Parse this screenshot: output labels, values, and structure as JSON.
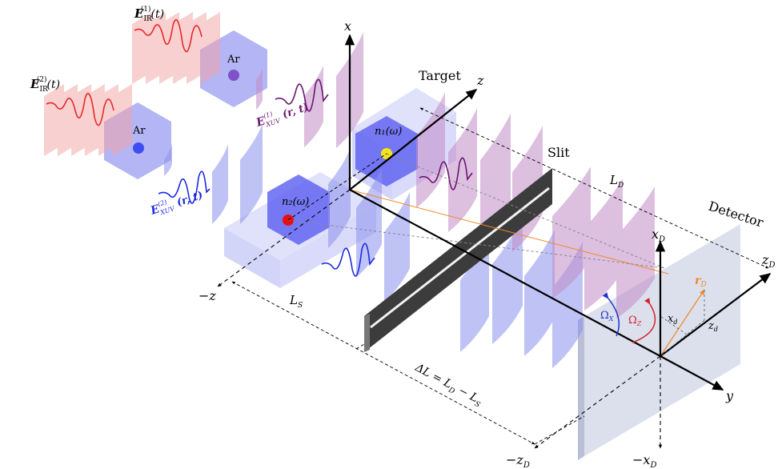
{
  "labels": {
    "e_ir1_main": "E",
    "e_ir1_sub": "IR",
    "e_ir1_sup": "(1)",
    "e_ir1_arg": "(t)",
    "e_ir2_main": "E",
    "e_ir2_sub": "IR",
    "e_ir2_sup": "(2)",
    "e_ir2_arg": "(t)",
    "e_xuv1_main": "E",
    "e_xuv1_sub": "XUV",
    "e_xuv1_sup": "(1)",
    "e_xuv1_arg": "(r, t)",
    "e_xuv2_main": "E",
    "e_xuv2_sub": "XUV",
    "e_xuv2_sup": "(2)",
    "e_xuv2_arg": "(r, t)",
    "ar1": "Ar",
    "ar2": "Ar",
    "target": "Target",
    "n1": "n₁(ω)",
    "n2": "n₂(ω)",
    "slit": "Slit",
    "detector": "Detector",
    "axis_x": "x",
    "axis_z": "z",
    "axis_minus_z": "−z",
    "axis_xd": "x",
    "axis_xd_sub": "D",
    "axis_zd": "z",
    "axis_zd_sub": "D",
    "axis_y": "y",
    "axis_minus_xd": "−x",
    "axis_minus_xd_sub": "D",
    "axis_minus_zd": "−z",
    "axis_minus_zd_sub": "D",
    "ls": "L",
    "ls_sub": "S",
    "ld": "L",
    "ld_sub": "D",
    "delta_l": "ΔL = L",
    "delta_l_sub1": "D",
    "delta_l_mid": " − L",
    "delta_l_sub2": "S",
    "omega_x": "Ω",
    "omega_x_sub": "X",
    "omega_z": "Ω",
    "omega_z_sub": "Z",
    "xd": "x",
    "xd_sub": "d",
    "zd": "z",
    "zd_sub": "d",
    "rd": "r",
    "rd_sub": "D"
  },
  "colors": {
    "ir_red": "#e8282a",
    "ir_pane": "#f5a3a3",
    "jet_blue": "#9a9cf0",
    "jet_dark": "#5a5ef0",
    "xuv_blue": "#1f2be0",
    "xuv_purple": "#6a1670",
    "wave_blue": "#8c91ee",
    "wave_purple": "#c28cc8",
    "slit_dark": "#3c3c3c",
    "detector": "#d6dbea",
    "ray_orange": "#f08a28",
    "omega_blue": "#2233cc",
    "omega_red": "#d4242a",
    "dot_yellow": "#f5e31a",
    "dot_red": "#e80f0f",
    "dot_blue": "#3f4cf0",
    "dot_purple": "#7f52c8"
  }
}
